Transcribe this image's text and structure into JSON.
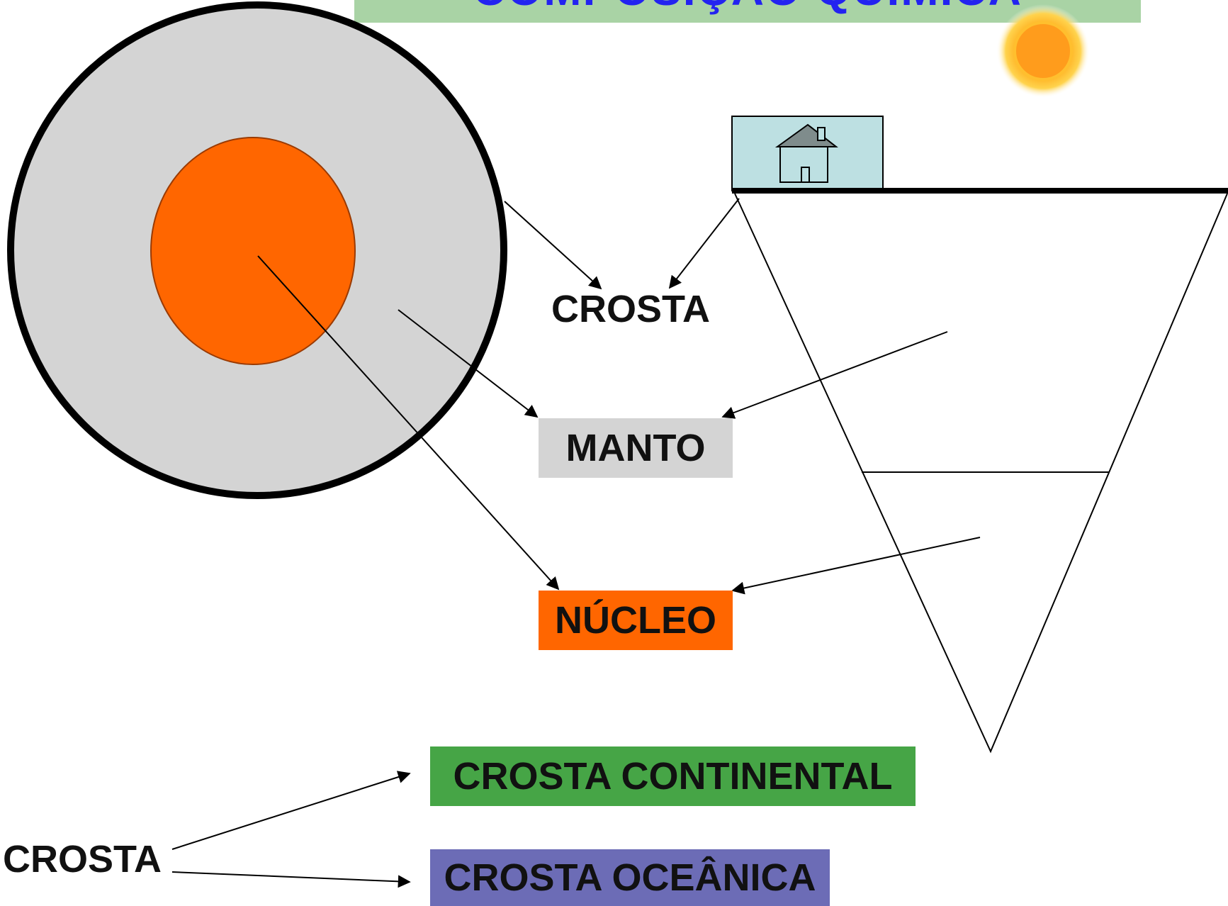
{
  "title": "COMPOSIÇÃO QUÍMICA",
  "labels": {
    "crosta": "CROSTA",
    "manto": "MANTO",
    "nucleo": "NÚCLEO",
    "crosta_continental": "CROSTA CONTINENTAL",
    "crosta_oceanica": "CROSTA OCEÂNICA",
    "crosta_left": "CROSTA"
  },
  "colors": {
    "title_banner": "#a9d3a5",
    "title_text": "#2323f0",
    "mantle": "#d4d4d4",
    "core": "#ff6600",
    "continental": "#46a546",
    "oceanic": "#6c6cb6",
    "house_panel": "#bde0e2",
    "sun": "#ffa51f"
  },
  "icons": [
    "sun-icon",
    "house-icon"
  ]
}
